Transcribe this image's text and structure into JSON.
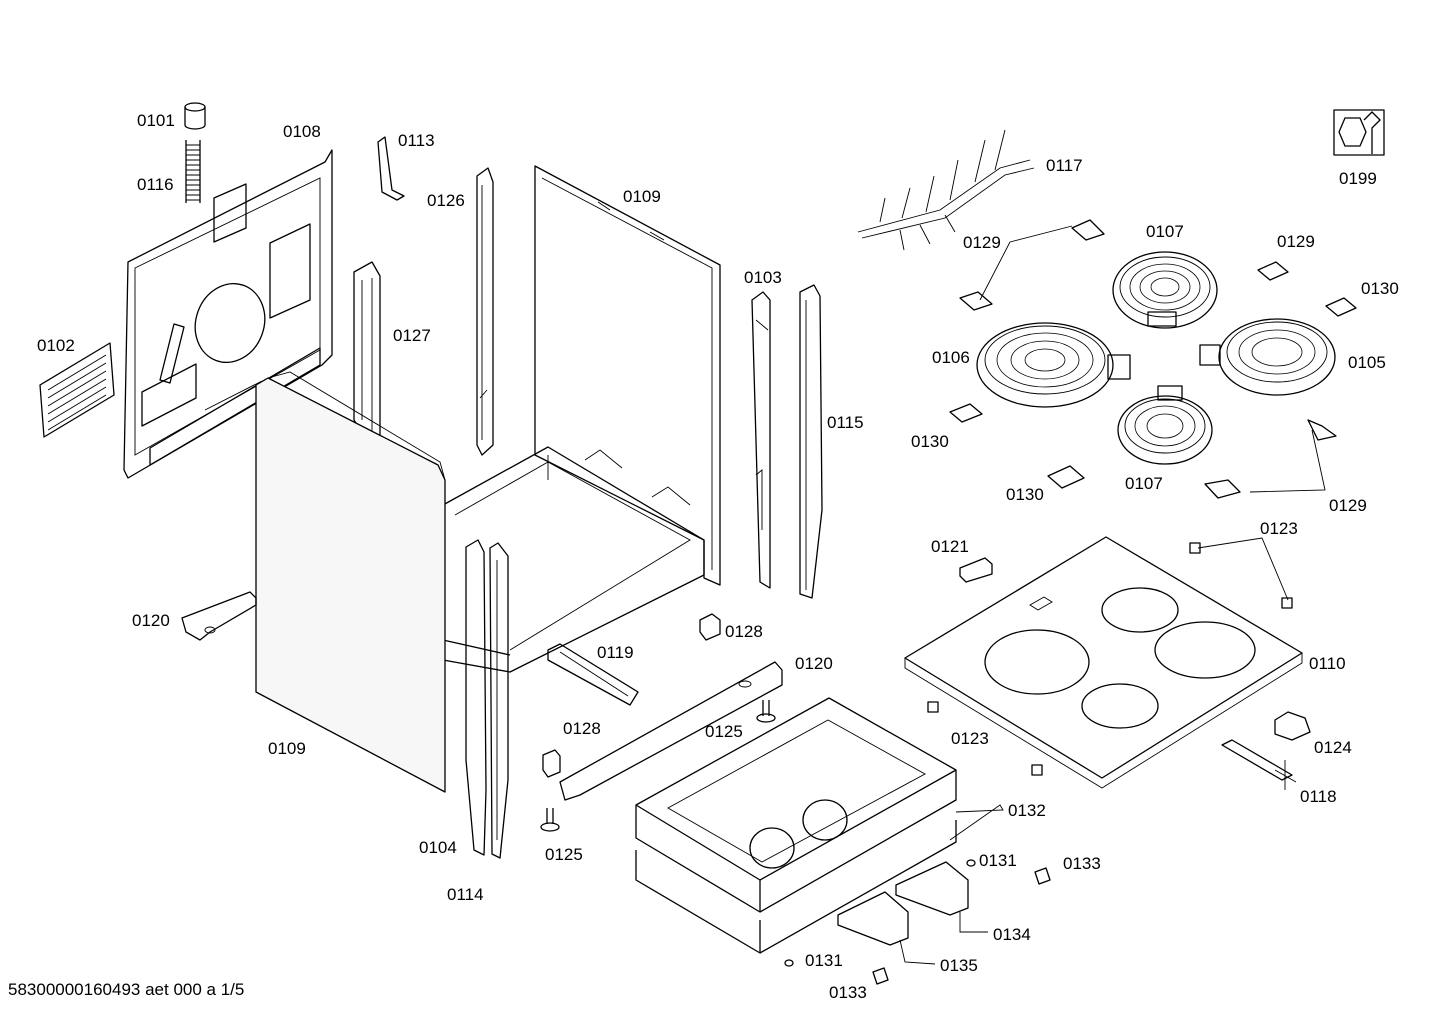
{
  "diagram": {
    "document_id": "58300000160493 aet 000 a 1/5",
    "labels": [
      {
        "id": "l0101",
        "text": "0101"
      },
      {
        "id": "l0116",
        "text": "0116"
      },
      {
        "id": "l0108",
        "text": "0108"
      },
      {
        "id": "l0113",
        "text": "0113"
      },
      {
        "id": "l0126",
        "text": "0126"
      },
      {
        "id": "l0109a",
        "text": "0109"
      },
      {
        "id": "l0102",
        "text": "0102"
      },
      {
        "id": "l0127",
        "text": "0127"
      },
      {
        "id": "l0103",
        "text": "0103"
      },
      {
        "id": "l0115",
        "text": "0115"
      },
      {
        "id": "l0120a",
        "text": "0120"
      },
      {
        "id": "l0109b",
        "text": "0109"
      },
      {
        "id": "l0119",
        "text": "0119"
      },
      {
        "id": "l0128a",
        "text": "0128"
      },
      {
        "id": "l0120b",
        "text": "0120"
      },
      {
        "id": "l0128b",
        "text": "0128"
      },
      {
        "id": "l0125a",
        "text": "0125"
      },
      {
        "id": "l0125b",
        "text": "0125"
      },
      {
        "id": "l0104",
        "text": "0104"
      },
      {
        "id": "l0114",
        "text": "0114"
      },
      {
        "id": "l0117",
        "text": "0117"
      },
      {
        "id": "l0199",
        "text": "0199"
      },
      {
        "id": "l0129a",
        "text": "0129"
      },
      {
        "id": "l0107a",
        "text": "0107"
      },
      {
        "id": "l0129b",
        "text": "0129"
      },
      {
        "id": "l0130a",
        "text": "0130"
      },
      {
        "id": "l0106",
        "text": "0106"
      },
      {
        "id": "l0105",
        "text": "0105"
      },
      {
        "id": "l0130b",
        "text": "0130"
      },
      {
        "id": "l0130c",
        "text": "0130"
      },
      {
        "id": "l0107b",
        "text": "0107"
      },
      {
        "id": "l0129c",
        "text": "0129"
      },
      {
        "id": "l0121",
        "text": "0121"
      },
      {
        "id": "l0123a",
        "text": "0123"
      },
      {
        "id": "l0110",
        "text": "0110"
      },
      {
        "id": "l0123b",
        "text": "0123"
      },
      {
        "id": "l0124",
        "text": "0124"
      },
      {
        "id": "l0118",
        "text": "0118"
      },
      {
        "id": "l0132",
        "text": "0132"
      },
      {
        "id": "l0131a",
        "text": "0131"
      },
      {
        "id": "l0133a",
        "text": "0133"
      },
      {
        "id": "l0134",
        "text": "0134"
      },
      {
        "id": "l0131b",
        "text": "0131"
      },
      {
        "id": "l0135",
        "text": "0135"
      },
      {
        "id": "l0133b",
        "text": "0133"
      }
    ]
  }
}
